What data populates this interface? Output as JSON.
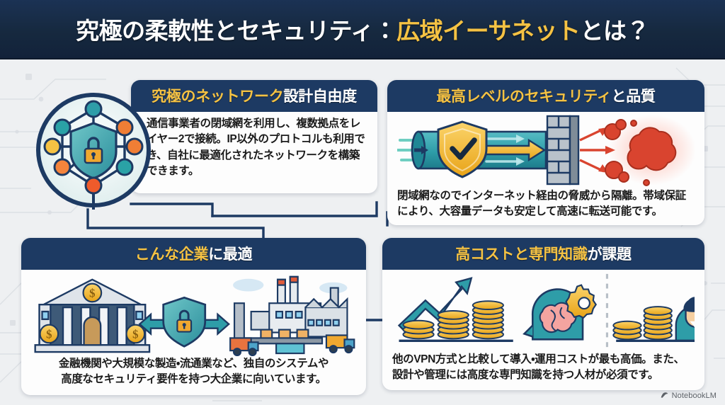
{
  "title": {
    "plain_prefix": "究極の柔軟性とセキュリティ：",
    "highlight": "広域イーサネット",
    "plain_suffix": "とは？",
    "full": "究極の柔軟性とセキュリティ：広域イーサネットとは？"
  },
  "colors": {
    "navy": "#1d3a63",
    "navy_dark": "#16293f",
    "accent_yellow": "#F5C243",
    "teal": "#2E9DA8",
    "orange": "#F07E35",
    "background": "#eef0f2",
    "card_bg": "#fdfdfd",
    "threat_red": "#D9442F"
  },
  "cards": [
    {
      "id": "network",
      "header_highlight": "究極のネットワーク",
      "header_plain": "設計自由度",
      "header_full": "究極のネットワーク設計自由度",
      "body": "通信事業者の閉域網を利用し、複数拠点をレイヤー2で接続。IP以外のプロトコルも利用でき、自社に最適化されたネットワークを構築できます。",
      "icon": "network-shield-lock-icon"
    },
    {
      "id": "security",
      "header_highlight": "最高レベルの",
      "header_highlight2": "セキュリティ",
      "header_plain": "と品質",
      "header_full": "最高レベルのセキュリティと品質",
      "body": "閉域網なのでインターネット経由の脅威から隔離。帯域保証により、大容量データも安定して高速に転送可能です。",
      "icon": "secure-tunnel-firewall-icon"
    },
    {
      "id": "companies",
      "header_highlight": "こんな企業",
      "header_plain": "に最適",
      "header_full": "こんな企業に最適",
      "body_line1": "金融機関や大規模な製造・流通業など、独自のシステムや",
      "body_line2": "高度なセキュリティ要件を持つ大企業に向いています。",
      "icon": "bank-shield-factory-icon"
    },
    {
      "id": "cost",
      "header_highlight": "高コストと専門知識",
      "header_plain": "が課題",
      "header_full": "高コストと専門知識が課題",
      "body": "他のVPN方式と比較して導入・運用コストが最も高価。また、設計や管理には高度な専門知識を持つ人材が必須です。",
      "icon": "rising-cost-expertise-icon"
    }
  ],
  "watermark": {
    "label": "NotebookLM",
    "icon": "notebooklm-icon"
  }
}
